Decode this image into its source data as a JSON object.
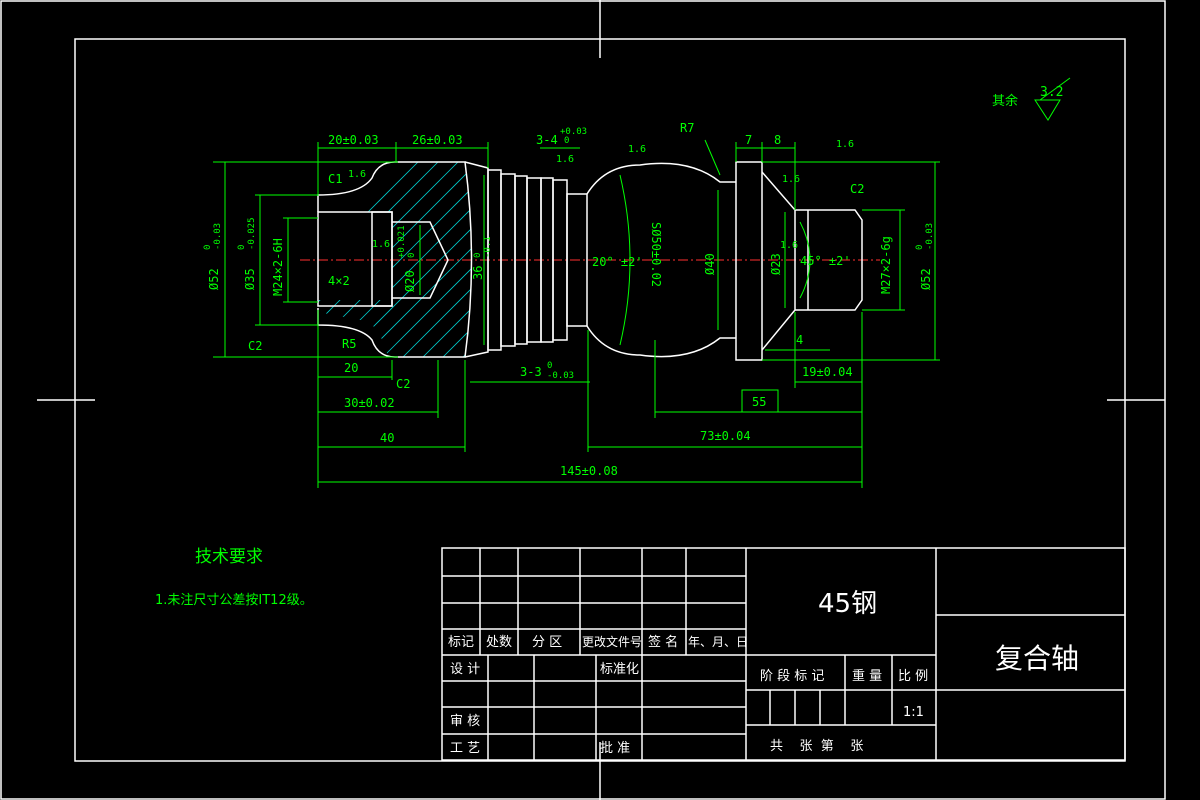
{
  "surface_finish": {
    "label": "其余",
    "value": "3.2"
  },
  "dims": {
    "d20_003": "20±0.03",
    "d26_003": "26±0.03",
    "d3_4": "3-4",
    "d3_4_tol_up": "+0.03",
    "d3_4_tol_lo": "0",
    "r7": "R7",
    "d7": "7",
    "d8": "8",
    "c1": "C1",
    "c2_left": "C2",
    "c2_right": "C2",
    "c2_bottom": "C2",
    "r5": "R5",
    "d20": "20",
    "d30": "30±0.02",
    "d40": "40",
    "d3_3": "3-3",
    "d3_3_tol_up": "0",
    "d3_3_tol_lo": "-0.03",
    "d55": "55",
    "d73": "73±0.04",
    "d145": "145±0.08",
    "d19": "19±0.04",
    "d4": "4",
    "d4x2": "4×2",
    "phi52_left": "Ø52",
    "phi52_left_tol_up": "0",
    "phi52_left_tol_lo": "-0.03",
    "phi35": "Ø35",
    "phi35_tol_up": "0",
    "phi35_tol_lo": "-0.025",
    "m24": "M24×2-6H",
    "phi20": "Ø20",
    "phi20_tol_up": "+0.021",
    "phi20_tol_lo": "0",
    "d36": "36",
    "d36_tol_up": "0",
    "d36_tol_lo": "-0.1",
    "ang20": "20° ±2'",
    "sphere": "SØ50±0.02",
    "phi40": "Ø40",
    "phi23": "Ø23",
    "ang45": "45° ±2'",
    "m27": "M27×2-6g",
    "phi52_right": "Ø52",
    "phi52_right_tol_up": "0",
    "phi52_right_tol_lo": "-0.03",
    "rough_a": "1.6",
    "rough_b": "1.6",
    "rough_c": "1.6",
    "rough_d": "1.6",
    "rough_e": "1.6",
    "rough_f": "1.6",
    "rough_g": "1.6"
  },
  "tech": {
    "title": "技术要求",
    "note": "1.未注尺寸公差按IT12级。"
  },
  "title_block": {
    "material": "45钢",
    "part_name": "复合轴",
    "h_mark": "标记",
    "h_count": "处数",
    "h_zone": "分 区",
    "h_docno": "更改文件号",
    "h_sign": "签 名",
    "h_date": "年、月、日",
    "design": "设 计",
    "standard": "标准化",
    "review": "审 核",
    "process": "工 艺",
    "approve": "批 准",
    "stage": "阶 段 标 记",
    "weight": "重 量",
    "scale_label": "比 例",
    "scale": "1:1",
    "sheets": "共    张  第    张"
  }
}
